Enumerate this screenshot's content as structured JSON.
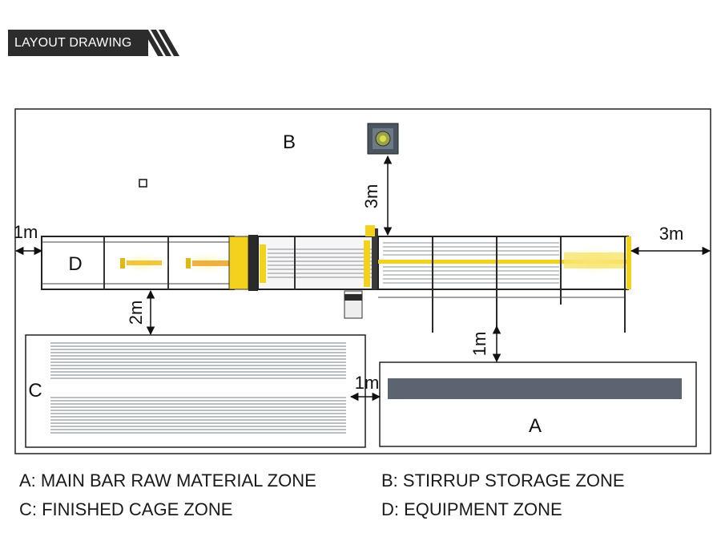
{
  "header": {
    "title": "LAYOUT DRAWING"
  },
  "zones": {
    "a": "A",
    "b": "B",
    "c": "C",
    "d": "D"
  },
  "dimensions": {
    "left_clearance": "1m",
    "right_clearance": "3m",
    "top_clearance": "3m",
    "zone_c_gap": "2m",
    "zone_a_gap": "1m",
    "zone_c_a_gap": "1m"
  },
  "legend": {
    "a": "A: MAIN BAR RAW MATERIAL ZONE",
    "b": "B: STIRRUP STORAGE ZONE",
    "c": "C: FINISHED CAGE ZONE",
    "d": "D: EQUIPMENT ZONE"
  },
  "colors": {
    "banner": "#2c2c2c",
    "machine_yellow": "#f2d21c",
    "frame": "#2a2a2a",
    "bar_gray": "#5b6470"
  }
}
